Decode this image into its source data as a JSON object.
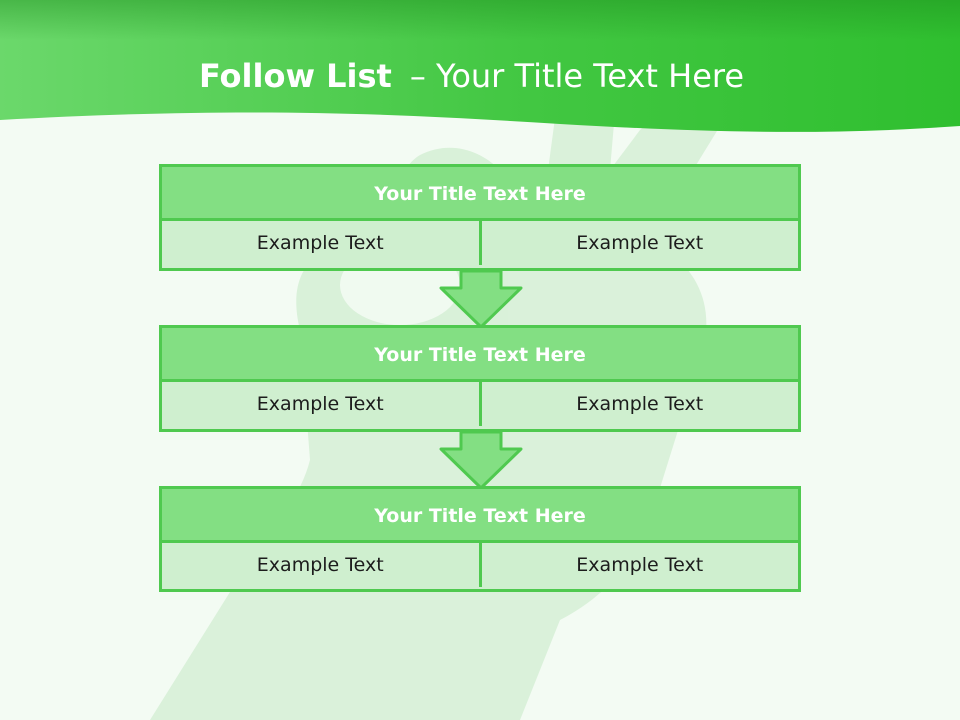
{
  "header": {
    "title_bold": "Follow List",
    "title_rest": "– Your Title Text Here"
  },
  "colors": {
    "header_green": "#33c233",
    "box_border": "#4fc94f",
    "box_title_fill": "#83df83",
    "box_body_fill": "#cfefcf",
    "background": "#f3fbf3"
  },
  "background_art": "green-gloved-hand-ok-gesture",
  "steps": [
    {
      "title": "Your Title Text Here",
      "left": "Example Text",
      "right": "Example Text"
    },
    {
      "title": "Your Title Text Here",
      "left": "Example Text",
      "right": "Example Text"
    },
    {
      "title": "Your Title Text Here",
      "left": "Example Text",
      "right": "Example Text"
    }
  ],
  "connector_icon": "down-arrow-icon"
}
